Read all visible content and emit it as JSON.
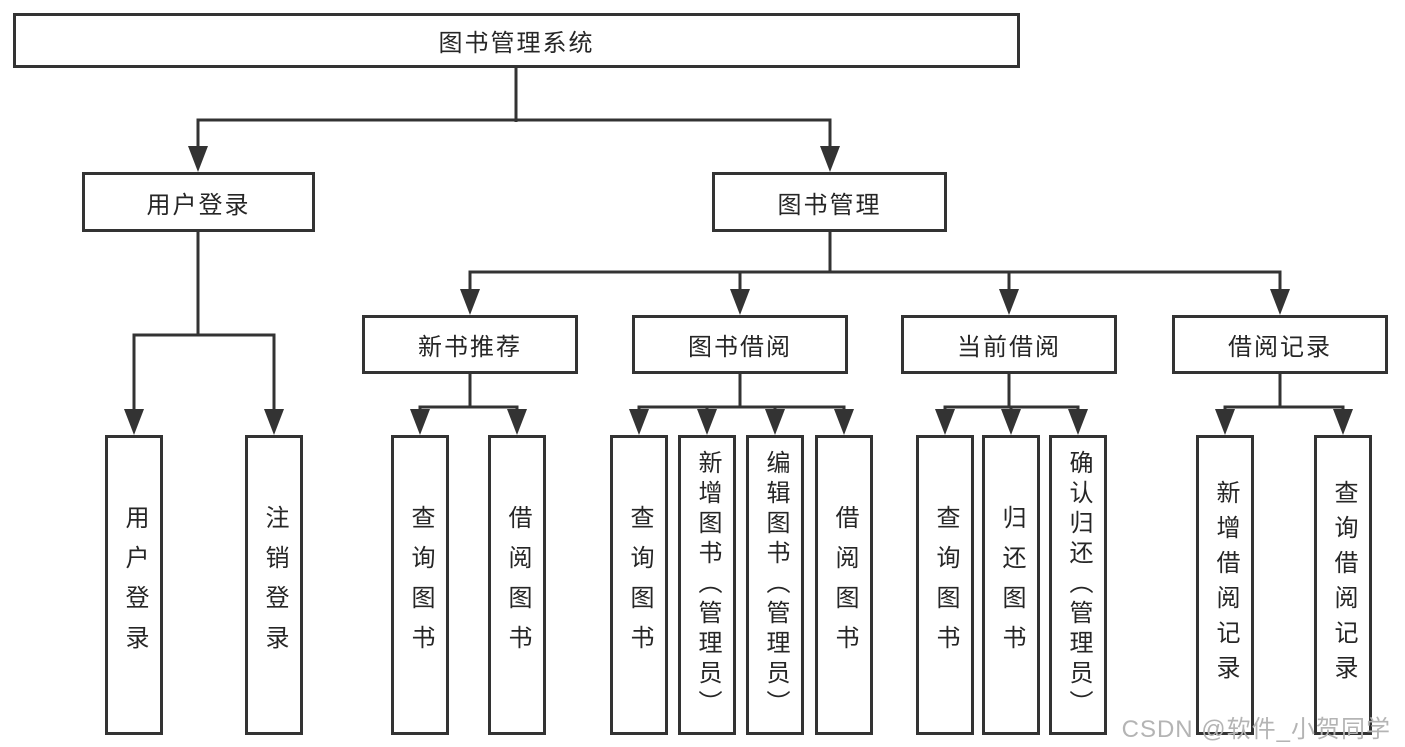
{
  "diagram": {
    "tree": {
      "label": "图书管理系统",
      "children": [
        {
          "label": "用户登录",
          "children": [
            {
              "label": "用户登录"
            },
            {
              "label": "注销登录"
            }
          ]
        },
        {
          "label": "图书管理",
          "children": [
            {
              "label": "新书推荐",
              "children": [
                {
                  "label": "查询图书"
                },
                {
                  "label": "借阅图书"
                }
              ]
            },
            {
              "label": "图书借阅",
              "children": [
                {
                  "label": "查询图书"
                },
                {
                  "label": "新增图书（管理员）"
                },
                {
                  "label": "编辑图书（管理员）"
                },
                {
                  "label": "借阅图书"
                }
              ]
            },
            {
              "label": "当前借阅",
              "children": [
                {
                  "label": "查询图书"
                },
                {
                  "label": "归还图书"
                },
                {
                  "label": "确认归还（管理员）"
                }
              ]
            },
            {
              "label": "借阅记录",
              "children": [
                {
                  "label": "新增借阅记录"
                },
                {
                  "label": "查询借阅记录"
                }
              ]
            }
          ]
        }
      ]
    },
    "colors": {
      "line": "#333333",
      "text": "#262626",
      "background": "#ffffff",
      "watermark": "#b4b4b4"
    }
  },
  "watermark": {
    "text": "CSDN @软件_小贺同学"
  }
}
